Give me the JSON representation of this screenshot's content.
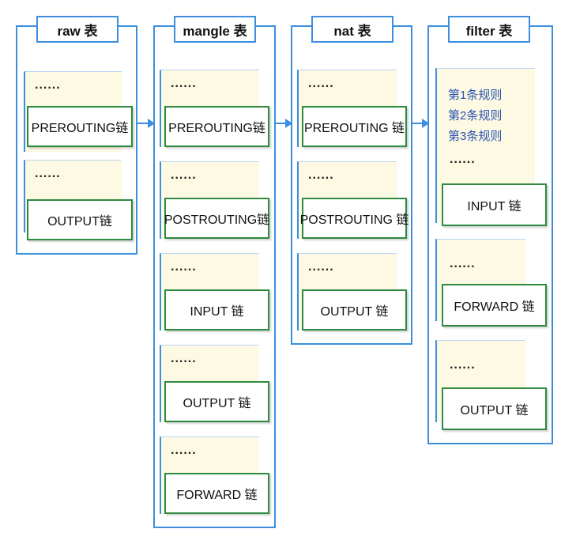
{
  "tables": {
    "raw": {
      "title": "raw 表",
      "chains": [
        {
          "dots": "......",
          "label": "PREROUTING链"
        },
        {
          "dots": "......",
          "label": "OUTPUT链"
        }
      ]
    },
    "mangle": {
      "title": "mangle 表",
      "chains": [
        {
          "dots": "......",
          "label": "PREROUTING链"
        },
        {
          "dots": "......",
          "label": "POSTROUTING链"
        },
        {
          "dots": "......",
          "label": "INPUT 链"
        },
        {
          "dots": "......",
          "label": "OUTPUT 链"
        },
        {
          "dots": "......",
          "label": "FORWARD 链"
        }
      ]
    },
    "nat": {
      "title": "nat 表",
      "chains": [
        {
          "dots": "......",
          "label": "PREROUTING 链"
        },
        {
          "dots": "......",
          "label": "POSTROUTING 链"
        },
        {
          "dots": "......",
          "label": "OUTPUT 链"
        }
      ]
    },
    "filter": {
      "title": "filter 表",
      "rules": [
        "第1条规则",
        "第2条规则",
        "第3条规则"
      ],
      "chains": [
        {
          "dots": "......",
          "label": "INPUT 链"
        },
        {
          "dots": "......",
          "label": "FORWARD 链"
        },
        {
          "dots": "......",
          "label": "OUTPUT 链"
        }
      ]
    }
  },
  "colors": {
    "table_border": "#3b8ee0",
    "chain_border": "#2d8a3e",
    "rule_area": "#fdf9e3",
    "rule_text": "#2a52b0"
  }
}
